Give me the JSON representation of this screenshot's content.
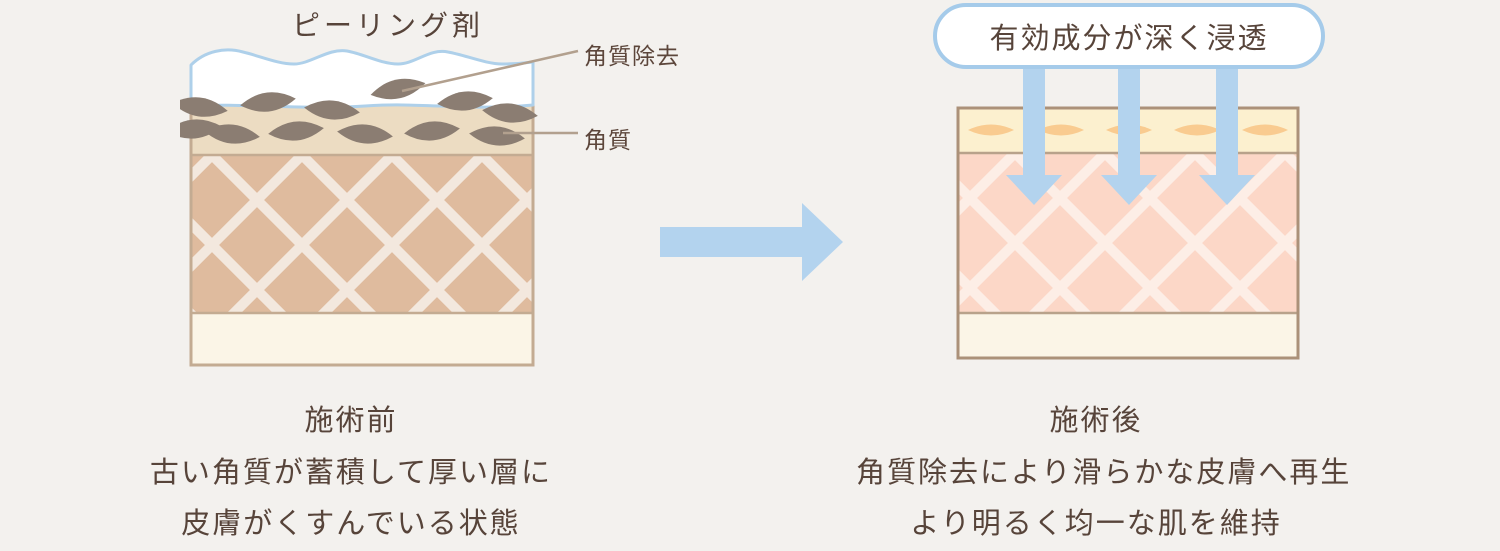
{
  "background_color": "#f3f1ee",
  "colors": {
    "accent_blue": "#b3d3ee",
    "bubble_border_blue": "#a5cbea",
    "peel_outline_blue": "#aed0ea",
    "text_brown": "#57443a",
    "leader_line_tan": "#b2a08e",
    "box_border_tan": "#c3ab92",
    "box_border_tan_right": "#ab9179",
    "keratin_cell_gray": "#8b7d72",
    "keratin_layer_beige": "#ecdcc2",
    "dermis_tan": "#dfbb9e",
    "dermis_hatch_cream": "#f3e8de",
    "dermis_pink": "#fcd7c7",
    "dermis_pink_hatch": "#fdeee6",
    "base_cream": "#fbf5e7",
    "top_layer_pale_yellow": "#fcf0cf",
    "ingredient_oval_orange": "#f9cb90"
  },
  "left": {
    "title": "ピーリング剤",
    "labels": {
      "removal": "角質除去",
      "keratin": "角質"
    },
    "caption": {
      "heading": "施術前",
      "line1": "古い角質が蓄積して厚い層に",
      "line2": "皮膚がくすんでいる状態"
    }
  },
  "right": {
    "bubble": "有効成分が深く浸透",
    "caption": {
      "heading": "施術後",
      "line1": "角質除去により滑らかな皮膚へ再生",
      "line2": "より明るく均一な肌を維持"
    }
  }
}
